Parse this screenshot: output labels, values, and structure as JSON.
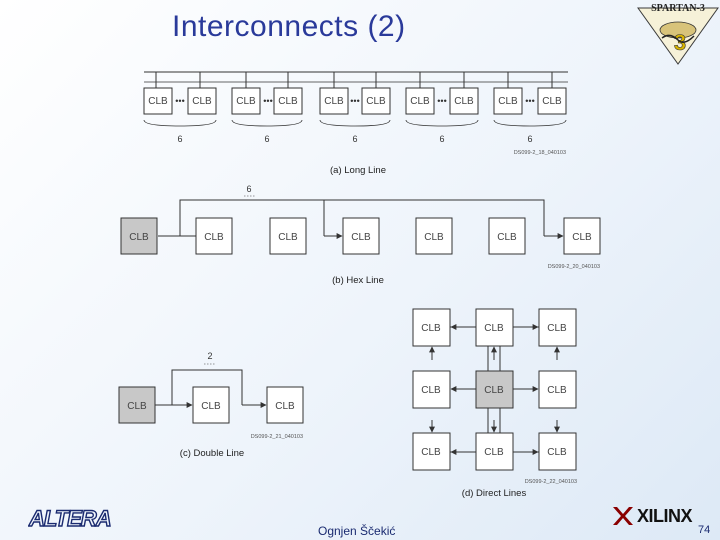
{
  "slide": {
    "title": "Interconnects (2)",
    "author": "Ognjen Ščekić",
    "page_number": "74"
  },
  "logos": {
    "top_right": "SPARTAN-3",
    "bottom_left": "ALTERA",
    "bottom_right": "XILINX"
  },
  "diagrams": {
    "clb_label": "CLB",
    "long_line": {
      "caption": "(a) Long Line",
      "group_count_label": "6",
      "figure_id": "DS099-2_18_040103"
    },
    "hex_line": {
      "caption": "(b) Hex Line",
      "span_label": "6",
      "figure_id": "DS099-2_20_040103"
    },
    "double_line": {
      "caption": "(c) Double Line",
      "span_label": "2",
      "figure_id": "DS099-2_21_040103"
    },
    "direct_lines": {
      "caption": "(d) Direct Lines",
      "figure_id": "DS099-2_22_040103"
    }
  },
  "colors": {
    "title": "#2a3a9a",
    "clb_highlight": "#c8c8c8",
    "line": "#333333"
  }
}
